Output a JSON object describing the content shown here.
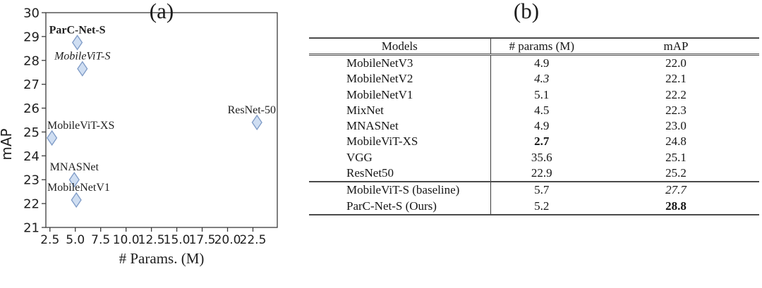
{
  "figure": {
    "caption_a": "(a)",
    "caption_b": "(b)"
  },
  "chart_data": {
    "type": "scatter",
    "title": "",
    "xlabel": "# Params. (M)",
    "ylabel": "mAP",
    "xlim": [
      2.1,
      24.9
    ],
    "ylim": [
      21,
      30
    ],
    "xtick_labels": [
      "2.5",
      "5.0",
      "7.5",
      "10.0",
      "12.5",
      "15.0",
      "17.5",
      "20.0",
      "22.5"
    ],
    "xtick_values": [
      2.5,
      5.0,
      7.5,
      10.0,
      12.5,
      15.0,
      17.5,
      20.0,
      22.5
    ],
    "ytick_labels": [
      "21",
      "22",
      "23",
      "24",
      "25",
      "26",
      "27",
      "28",
      "29",
      "30"
    ],
    "ytick_values": [
      21,
      22,
      23,
      24,
      25,
      26,
      27,
      28,
      29,
      30
    ],
    "grid": false,
    "legend": "none",
    "marker": {
      "shape": "thin-diamond",
      "fill": "#cfdef2",
      "stroke": "#7d9ac6"
    },
    "axis_color": "#3c3c3c",
    "text_color": "#1f1f1f",
    "points": [
      {
        "label": "ParC-Net-S",
        "x": 5.2,
        "y": 28.75,
        "label_style": "bold"
      },
      {
        "label": "MobileViT-S",
        "x": 5.7,
        "y": 27.65,
        "label_style": "italic"
      },
      {
        "label": "MobileViT-XS",
        "x": 2.7,
        "y": 24.75,
        "label_style": "normal"
      },
      {
        "label": "MNASNet",
        "x": 4.9,
        "y": 23.0,
        "label_style": "normal"
      },
      {
        "label": "MobileNetV1",
        "x": 5.1,
        "y": 22.15,
        "label_style": "normal"
      },
      {
        "label": "ResNet-50",
        "x": 22.9,
        "y": 25.4,
        "label_style": "normal"
      }
    ]
  },
  "table": {
    "columns": [
      "Models",
      "# params (M)",
      "mAP"
    ],
    "rows": [
      {
        "model": "MobileNetV3",
        "params": "4.9",
        "map": "22.0",
        "params_style": "normal",
        "map_style": "normal",
        "rule_before": false
      },
      {
        "model": "MobileNetV2",
        "params": "4.3",
        "map": "22.1",
        "params_style": "italic",
        "map_style": "normal",
        "rule_before": false
      },
      {
        "model": "MobileNetV1",
        "params": "5.1",
        "map": "22.2",
        "params_style": "normal",
        "map_style": "normal",
        "rule_before": false
      },
      {
        "model": "MixNet",
        "params": "4.5",
        "map": "22.3",
        "params_style": "normal",
        "map_style": "normal",
        "rule_before": false
      },
      {
        "model": "MNASNet",
        "params": "4.9",
        "map": "23.0",
        "params_style": "normal",
        "map_style": "normal",
        "rule_before": false
      },
      {
        "model": "MobileViT-XS",
        "params": "2.7",
        "map": "24.8",
        "params_style": "bold",
        "map_style": "normal",
        "rule_before": false
      },
      {
        "model": "VGG",
        "params": "35.6",
        "map": "25.1",
        "params_style": "normal",
        "map_style": "normal",
        "rule_before": false
      },
      {
        "model": "ResNet50",
        "params": "22.9",
        "map": "25.2",
        "params_style": "normal",
        "map_style": "normal",
        "rule_before": false
      },
      {
        "model": "MobileViT-S (baseline)",
        "params": "5.7",
        "map": "27.7",
        "params_style": "normal",
        "map_style": "italic",
        "rule_before": true
      },
      {
        "model": "ParC-Net-S (Ours)",
        "params": "5.2",
        "map": "28.8",
        "params_style": "normal",
        "map_style": "bold",
        "rule_before": false
      }
    ]
  }
}
